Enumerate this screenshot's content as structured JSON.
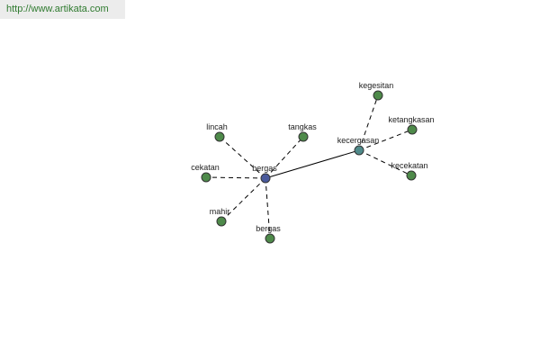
{
  "banner": {
    "url": "http://www.artikata.com"
  },
  "colors": {
    "hub": "#4a5a9c",
    "secondary_hub": "#4f8a8a",
    "leaf": "#4e8a4a",
    "banner_text": "#2f7a2f",
    "banner_bg": "#ececec"
  },
  "graph": {
    "nodes": {
      "bergas_hub": {
        "label": "bergas",
        "kind": "hub"
      },
      "kecergasan": {
        "label": "kecergasan",
        "kind": "secondary_hub"
      },
      "lincah": {
        "label": "lincah",
        "kind": "leaf"
      },
      "tangkas": {
        "label": "tangkas",
        "kind": "leaf"
      },
      "cekatan": {
        "label": "cekatan",
        "kind": "leaf"
      },
      "mahir": {
        "label": "mahir",
        "kind": "leaf"
      },
      "bergas_leaf": {
        "label": "bergas",
        "kind": "leaf"
      },
      "kegesitan": {
        "label": "kegesitan",
        "kind": "leaf"
      },
      "ketangkasan": {
        "label": "ketangkasan",
        "kind": "leaf"
      },
      "kecekatan": {
        "label": "kecekatan",
        "kind": "leaf"
      }
    },
    "edges": [
      {
        "from": "bergas_hub",
        "to": "kecergasan",
        "style": "solid"
      },
      {
        "from": "bergas_hub",
        "to": "lincah",
        "style": "dashed"
      },
      {
        "from": "bergas_hub",
        "to": "tangkas",
        "style": "dashed"
      },
      {
        "from": "bergas_hub",
        "to": "cekatan",
        "style": "dashed"
      },
      {
        "from": "bergas_hub",
        "to": "mahir",
        "style": "dashed"
      },
      {
        "from": "bergas_hub",
        "to": "bergas_leaf",
        "style": "dashed"
      },
      {
        "from": "kecergasan",
        "to": "kegesitan",
        "style": "dashed"
      },
      {
        "from": "kecergasan",
        "to": "ketangkasan",
        "style": "dashed"
      },
      {
        "from": "kecergasan",
        "to": "kecekatan",
        "style": "dashed"
      }
    ]
  }
}
